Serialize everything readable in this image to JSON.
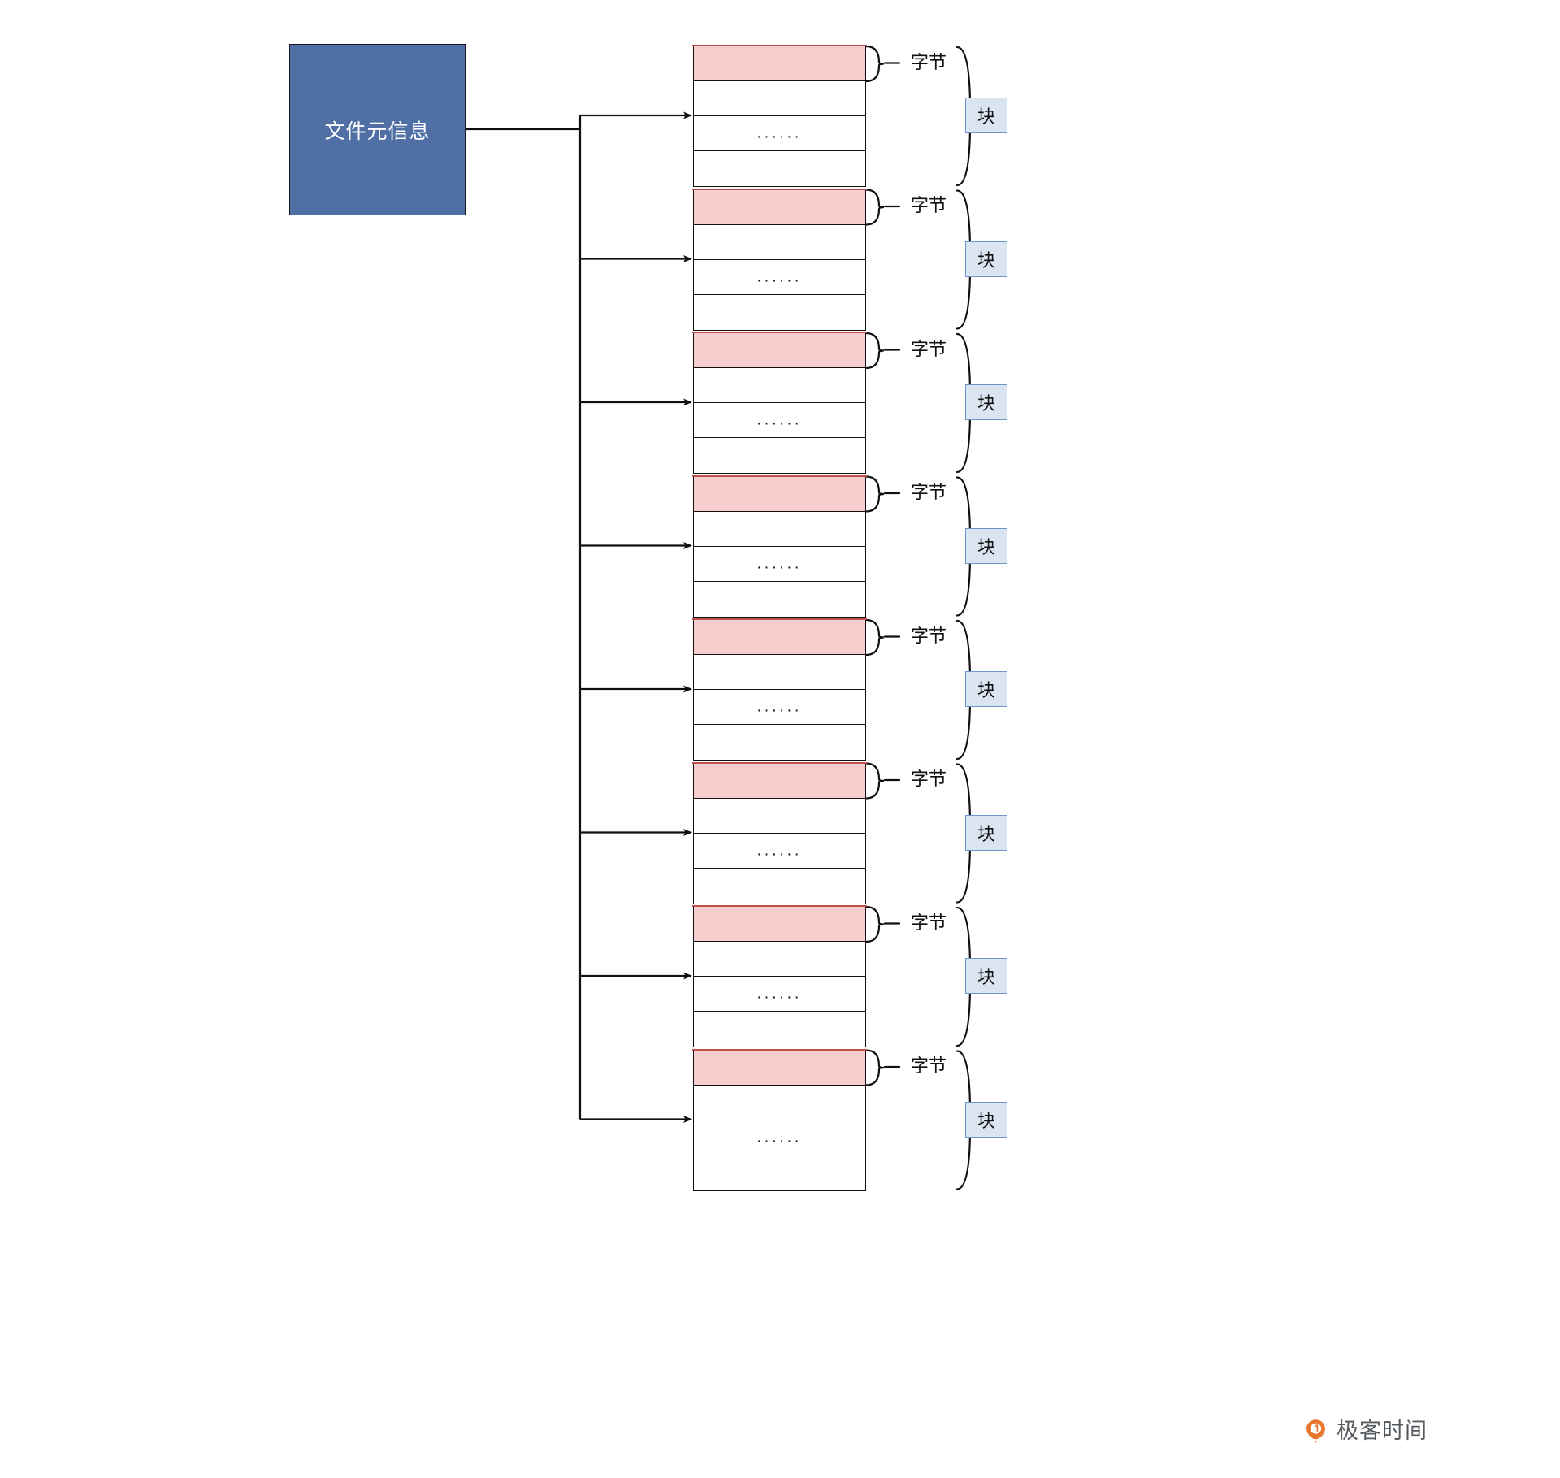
{
  "diagram": {
    "title_box": {
      "label": "文件元信息"
    },
    "byte_label": "字节",
    "block_label": "块",
    "row_ellipsis": "......",
    "colors": {
      "meta_box_fill": "#4f6fa5",
      "meta_box_text": "#ffffff",
      "row_pink_fill": "#f7cdcd",
      "row_pink_top_border": "#c0504d",
      "table_border": "#101010",
      "block_box_fill": "#dbe5f1",
      "block_box_border": "#6b94c9",
      "connector": "#101010",
      "watermark": "#555a5f",
      "watermark_logo": "#e8772e"
    },
    "blocks": [
      {
        "index": 1,
        "rows": [
          {
            "type": "byte",
            "text": ""
          },
          {
            "type": "data",
            "text": ""
          },
          {
            "type": "data",
            "text": "......"
          },
          {
            "type": "data",
            "text": ""
          }
        ]
      },
      {
        "index": 2,
        "rows": [
          {
            "type": "byte",
            "text": ""
          },
          {
            "type": "data",
            "text": ""
          },
          {
            "type": "data",
            "text": "......"
          },
          {
            "type": "data",
            "text": ""
          }
        ]
      },
      {
        "index": 3,
        "rows": [
          {
            "type": "byte",
            "text": ""
          },
          {
            "type": "data",
            "text": ""
          },
          {
            "type": "data",
            "text": "......"
          },
          {
            "type": "data",
            "text": ""
          }
        ]
      },
      {
        "index": 4,
        "rows": [
          {
            "type": "byte",
            "text": ""
          },
          {
            "type": "data",
            "text": ""
          },
          {
            "type": "data",
            "text": "......"
          },
          {
            "type": "data",
            "text": ""
          }
        ]
      },
      {
        "index": 5,
        "rows": [
          {
            "type": "byte",
            "text": ""
          },
          {
            "type": "data",
            "text": ""
          },
          {
            "type": "data",
            "text": "......"
          },
          {
            "type": "data",
            "text": ""
          }
        ]
      },
      {
        "index": 6,
        "rows": [
          {
            "type": "byte",
            "text": ""
          },
          {
            "type": "data",
            "text": ""
          },
          {
            "type": "data",
            "text": "......"
          },
          {
            "type": "data",
            "text": ""
          }
        ]
      },
      {
        "index": 7,
        "rows": [
          {
            "type": "byte",
            "text": ""
          },
          {
            "type": "data",
            "text": ""
          },
          {
            "type": "data",
            "text": "......"
          },
          {
            "type": "data",
            "text": ""
          }
        ]
      },
      {
        "index": 8,
        "rows": [
          {
            "type": "byte",
            "text": ""
          },
          {
            "type": "data",
            "text": ""
          },
          {
            "type": "data",
            "text": "......"
          },
          {
            "type": "data",
            "text": ""
          }
        ]
      }
    ]
  },
  "watermark": {
    "text": "极客时间",
    "logo": "geektime-logo"
  }
}
